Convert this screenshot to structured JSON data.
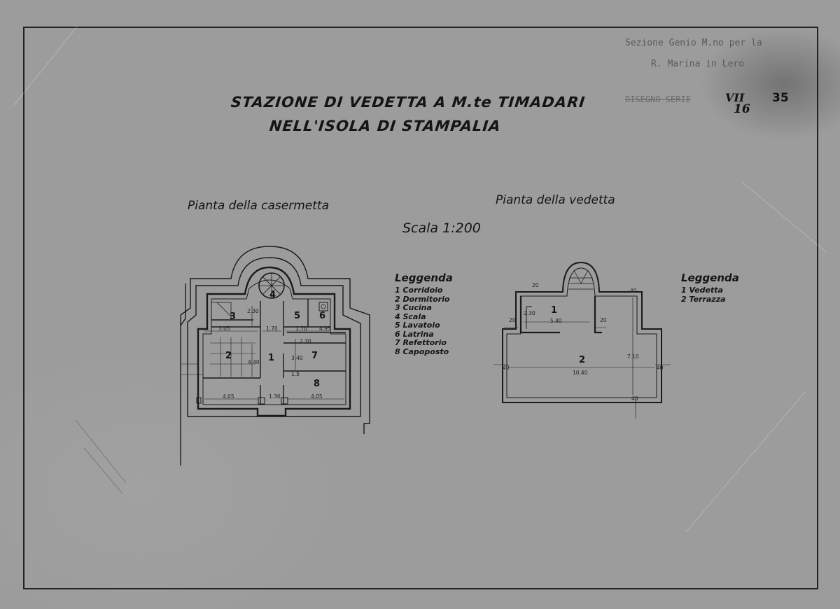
{
  "drawing": {
    "title_line1": "STAZIONE DI VEDETTA A M.te TIMADARI",
    "title_line2": "NELL'ISOLA DI STAMPALIA",
    "office_line1": "Sezione Genio M.no per la",
    "office_line2": "R. Marina in Lero",
    "reference_label": "DISEGNO SERIE",
    "reference_roman": "VII",
    "reference_number": "16",
    "sheet_number": "35",
    "scale": "Scala 1:200",
    "colors": {
      "paper": "#9c9c9c",
      "ink": "#141414"
    }
  },
  "left_plan": {
    "caption": "Pianta della casermetta",
    "room_numbers": [
      "1",
      "2",
      "3",
      "4",
      "5",
      "6",
      "7",
      "8"
    ],
    "dimensions": [
      "3.05",
      "2.30",
      "1.70",
      "1.70",
      "4.95",
      "4.05",
      "4.05",
      "1.30",
      "4.40",
      "3.40",
      "2.30",
      "1.5"
    ],
    "legend_title": "Leggenda",
    "legend": [
      "1 Corridoio",
      "2 Dormitorio",
      "3 Cucina",
      "4 Scala",
      "5 Lavatoio",
      "6 Latrina",
      "7 Refettorio",
      "8 Capoposto"
    ]
  },
  "right_plan": {
    "caption": "Pianta della vedetta",
    "room_numbers": [
      "1",
      "2"
    ],
    "dimensions": [
      "20",
      "2.30",
      "5.40",
      "20",
      "20",
      "40",
      "7.10",
      "10.40",
      "40",
      "40",
      "40"
    ],
    "legend_title": "Leggenda",
    "legend": [
      "1 Vedetta",
      "2 Terrazza"
    ]
  }
}
